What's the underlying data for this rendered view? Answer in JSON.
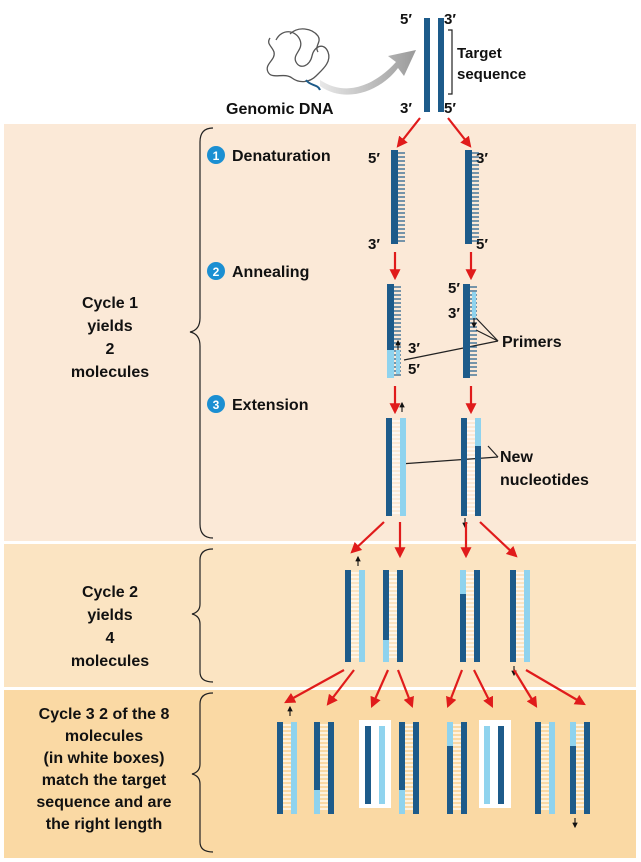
{
  "header": {
    "genomic_dna_label": "Genomic DNA",
    "target_label_line1": "Target",
    "target_label_line2": "sequence",
    "top_end_left": "5′",
    "top_end_right": "3′",
    "bottom_end_left": "3′",
    "bottom_end_right": "5′"
  },
  "steps": [
    {
      "number": "1",
      "label": "Denaturation"
    },
    {
      "number": "2",
      "label": "Annealing"
    },
    {
      "number": "3",
      "label": "Extension"
    }
  ],
  "cycle1": {
    "lines": [
      "Cycle 1",
      "yields",
      "2",
      "molecules"
    ],
    "denat_left_top": "5′",
    "denat_right_top": "3′",
    "denat_left_bottom": "3′",
    "denat_right_bottom": "5′",
    "anneal_left_3": "3′",
    "anneal_left_5": "5′",
    "anneal_right_5": "5′",
    "anneal_right_3": "3′",
    "primers_label": "Primers",
    "new_nucleotides_line1": "New",
    "new_nucleotides_line2": "nucleotides"
  },
  "cycle2": {
    "lines": [
      "Cycle 2",
      "yields",
      "4",
      "molecules"
    ]
  },
  "cycle3": {
    "lines": [
      "Cycle 3 2 of the 8",
      "molecules",
      "(in white boxes)",
      "match the target",
      "sequence and are",
      "the right length"
    ]
  },
  "colors": {
    "panel_cycle1": "#fbe9d7",
    "panel_cycle2": "#fbe4c2",
    "panel_cycle3": "#fad9a4",
    "strand_dark": "#1d5b8a",
    "strand_light": "#8fd3ee",
    "arrow_red": "#e01b1b",
    "step_circle": "#1b8fd2"
  }
}
